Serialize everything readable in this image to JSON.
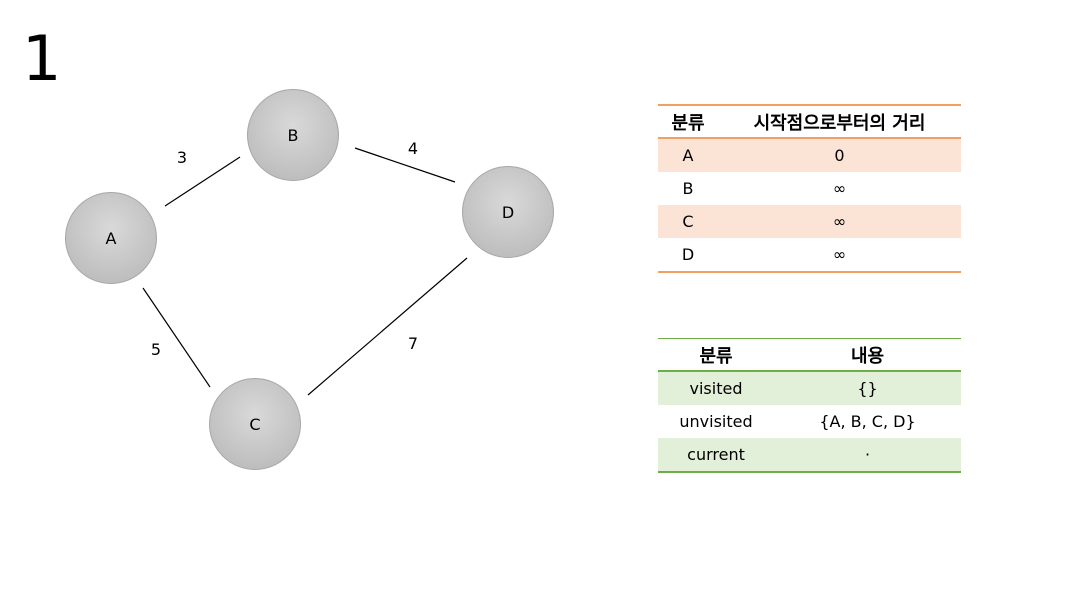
{
  "slide": {
    "number": "1"
  },
  "graph": {
    "nodes": [
      {
        "id": "A",
        "label": "A"
      },
      {
        "id": "B",
        "label": "B"
      },
      {
        "id": "C",
        "label": "C"
      },
      {
        "id": "D",
        "label": "D"
      }
    ],
    "edges": [
      {
        "from": "A",
        "to": "B",
        "weight": "3"
      },
      {
        "from": "B",
        "to": "D",
        "weight": "4"
      },
      {
        "from": "A",
        "to": "C",
        "weight": "5"
      },
      {
        "from": "C",
        "to": "D",
        "weight": "7"
      }
    ],
    "node_fill": "#c9c9c9",
    "node_stroke": "#a6a6a6"
  },
  "distance_table": {
    "header": {
      "col1": "분류",
      "col2": "시작점으로부터의 거리"
    },
    "rows": [
      {
        "node": "A",
        "distance": "0"
      },
      {
        "node": "B",
        "distance": "∞"
      },
      {
        "node": "C",
        "distance": "∞"
      },
      {
        "node": "D",
        "distance": "∞"
      }
    ],
    "accent_color": "#f0a060",
    "stripe_color": "#fbe3d6"
  },
  "state_table": {
    "header": {
      "col1": "분류",
      "col2": "내용"
    },
    "rows": [
      {
        "key": "visited",
        "value": "{}"
      },
      {
        "key": "unvisited",
        "value": "{A, B, C, D}"
      },
      {
        "key": "current",
        "value": "·"
      }
    ],
    "accent_color": "#70ad47",
    "stripe_color": "#e2efd9"
  }
}
